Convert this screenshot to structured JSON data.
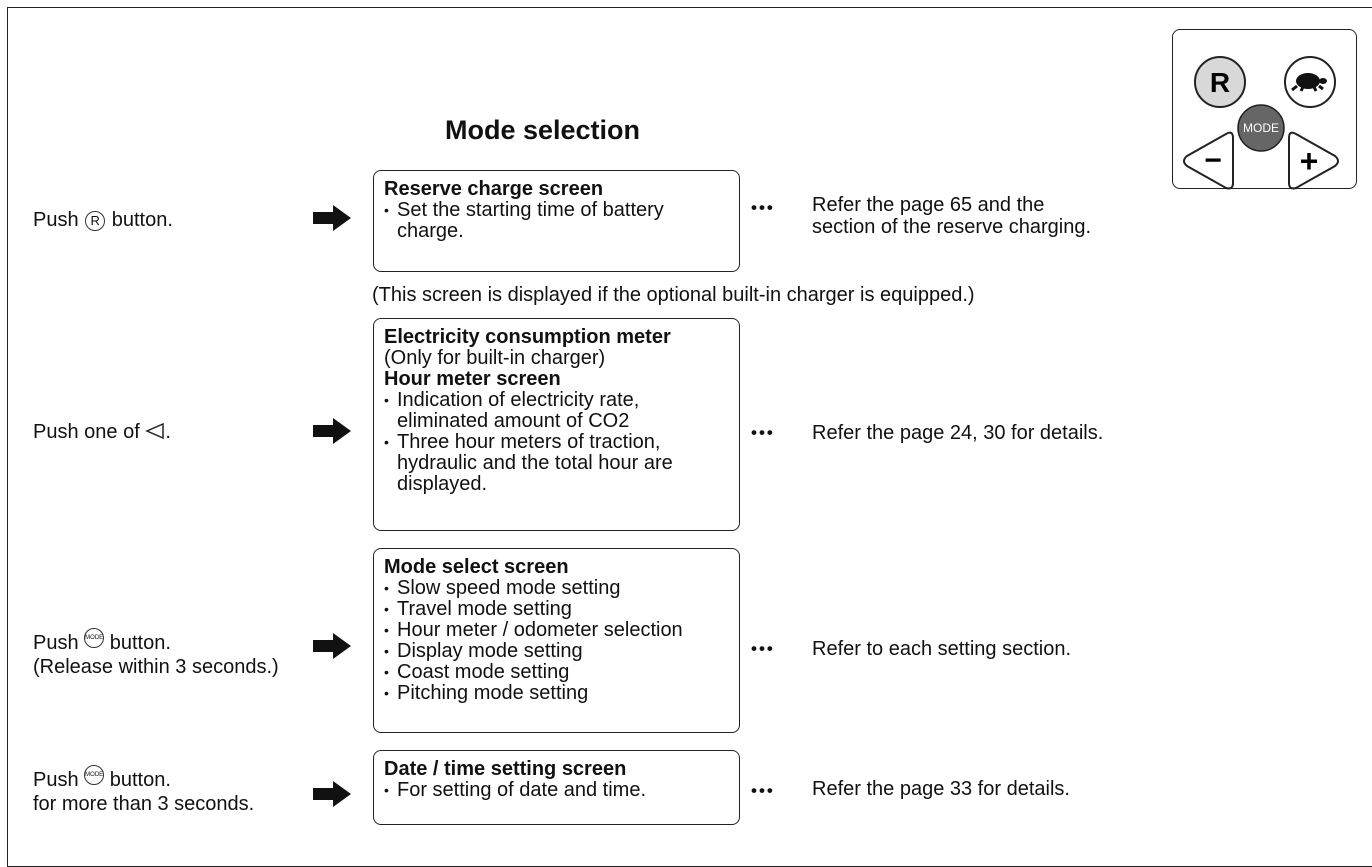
{
  "title": "Mode selection",
  "panel": {
    "r_label": "R",
    "mode_label": "MODE",
    "minus_label": "−",
    "plus_label": "+"
  },
  "rows": [
    {
      "push_prefix": "Push",
      "push_icon": "R",
      "push_suffix": "button.",
      "box_heading": "Reserve charge screen",
      "box_bullets": [
        "Set the starting time of battery charge."
      ],
      "dots": "•••",
      "ref_lines": [
        "Refer the page 65 and the",
        "section of the reserve charging."
      ]
    },
    {
      "push_prefix": "Push one of",
      "push_suffix": ".",
      "box_heading": "Electricity consumption meter",
      "box_sub": "(Only for built-in charger)",
      "box_heading2": "Hour meter screen",
      "box_bullets": [
        "Indication of electricity rate, eliminated amount of CO2",
        "Three hour meters of traction, hydraulic and the total hour are displayed."
      ],
      "dots": "•••",
      "ref_lines": [
        "Refer the page 24, 30 for details."
      ]
    },
    {
      "push_prefix": "Push",
      "push_icon": "MODE",
      "push_suffix": "button.",
      "push_line2": "(Release within 3 seconds.)",
      "box_heading": "Mode select screen",
      "box_bullets": [
        "Slow speed mode setting",
        "Travel mode setting",
        "Hour meter / odometer selection",
        "Display mode setting",
        "Coast mode setting",
        "Pitching mode setting"
      ],
      "dots": "•••",
      "ref_lines": [
        "Refer to each setting section."
      ]
    },
    {
      "push_prefix": "Push",
      "push_icon": "MODE",
      "push_suffix": "button.",
      "push_line2": "for more than 3 seconds.",
      "box_heading": "Date / time setting screen",
      "box_bullets": [
        "For setting of date and time."
      ],
      "dots": "•••",
      "ref_lines": [
        "Refer the page 33 for details."
      ]
    }
  ],
  "note": "(This screen is displayed if the optional built-in charger is equipped.)"
}
